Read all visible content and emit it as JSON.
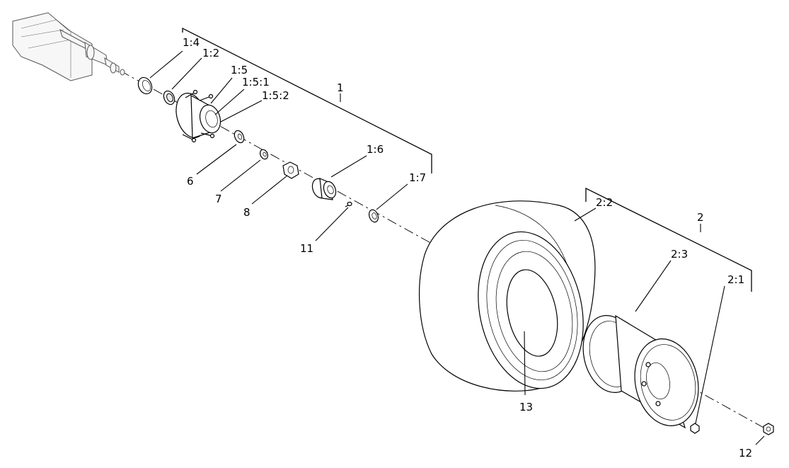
{
  "callouts": {
    "c1": "1",
    "c1_2": "1:2",
    "c1_4": "1:4",
    "c1_5": "1:5",
    "c1_5_1": "1:5:1",
    "c1_5_2": "1:5:2",
    "c1_6": "1:6",
    "c1_7": "1:7",
    "c2": "2",
    "c2_1": "2:1",
    "c2_2": "2:2",
    "c2_3": "2:3",
    "c6": "6",
    "c7": "7",
    "c8": "8",
    "c11": "11",
    "c12": "12",
    "c13": "13"
  }
}
